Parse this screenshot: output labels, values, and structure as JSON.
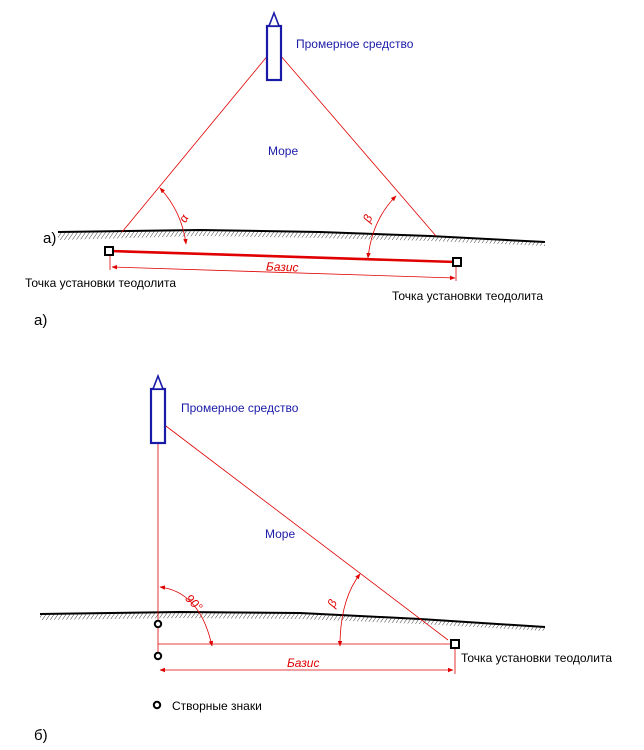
{
  "colors": {
    "blue": "#1a1aa8",
    "red": "#e00000",
    "black": "#000000"
  },
  "panel_a": {
    "letter": "а)",
    "letter_inline": "а)",
    "vessel_label": "Промерное средство",
    "sea_label": "Море",
    "left_station_label": "Точка установки теодолита",
    "right_station_label": "Точка установки теодолита",
    "basis_label": "Базис",
    "angle_alpha": "α",
    "angle_beta": "β"
  },
  "panel_b": {
    "letter": "б)",
    "vessel_label": "Промерное средство",
    "sea_label": "Море",
    "station_label": "Точка установки теодолита",
    "basis_label": "Базис",
    "angle_right": "90°",
    "angle_beta": "β",
    "legend_label": "Створные знаки"
  }
}
